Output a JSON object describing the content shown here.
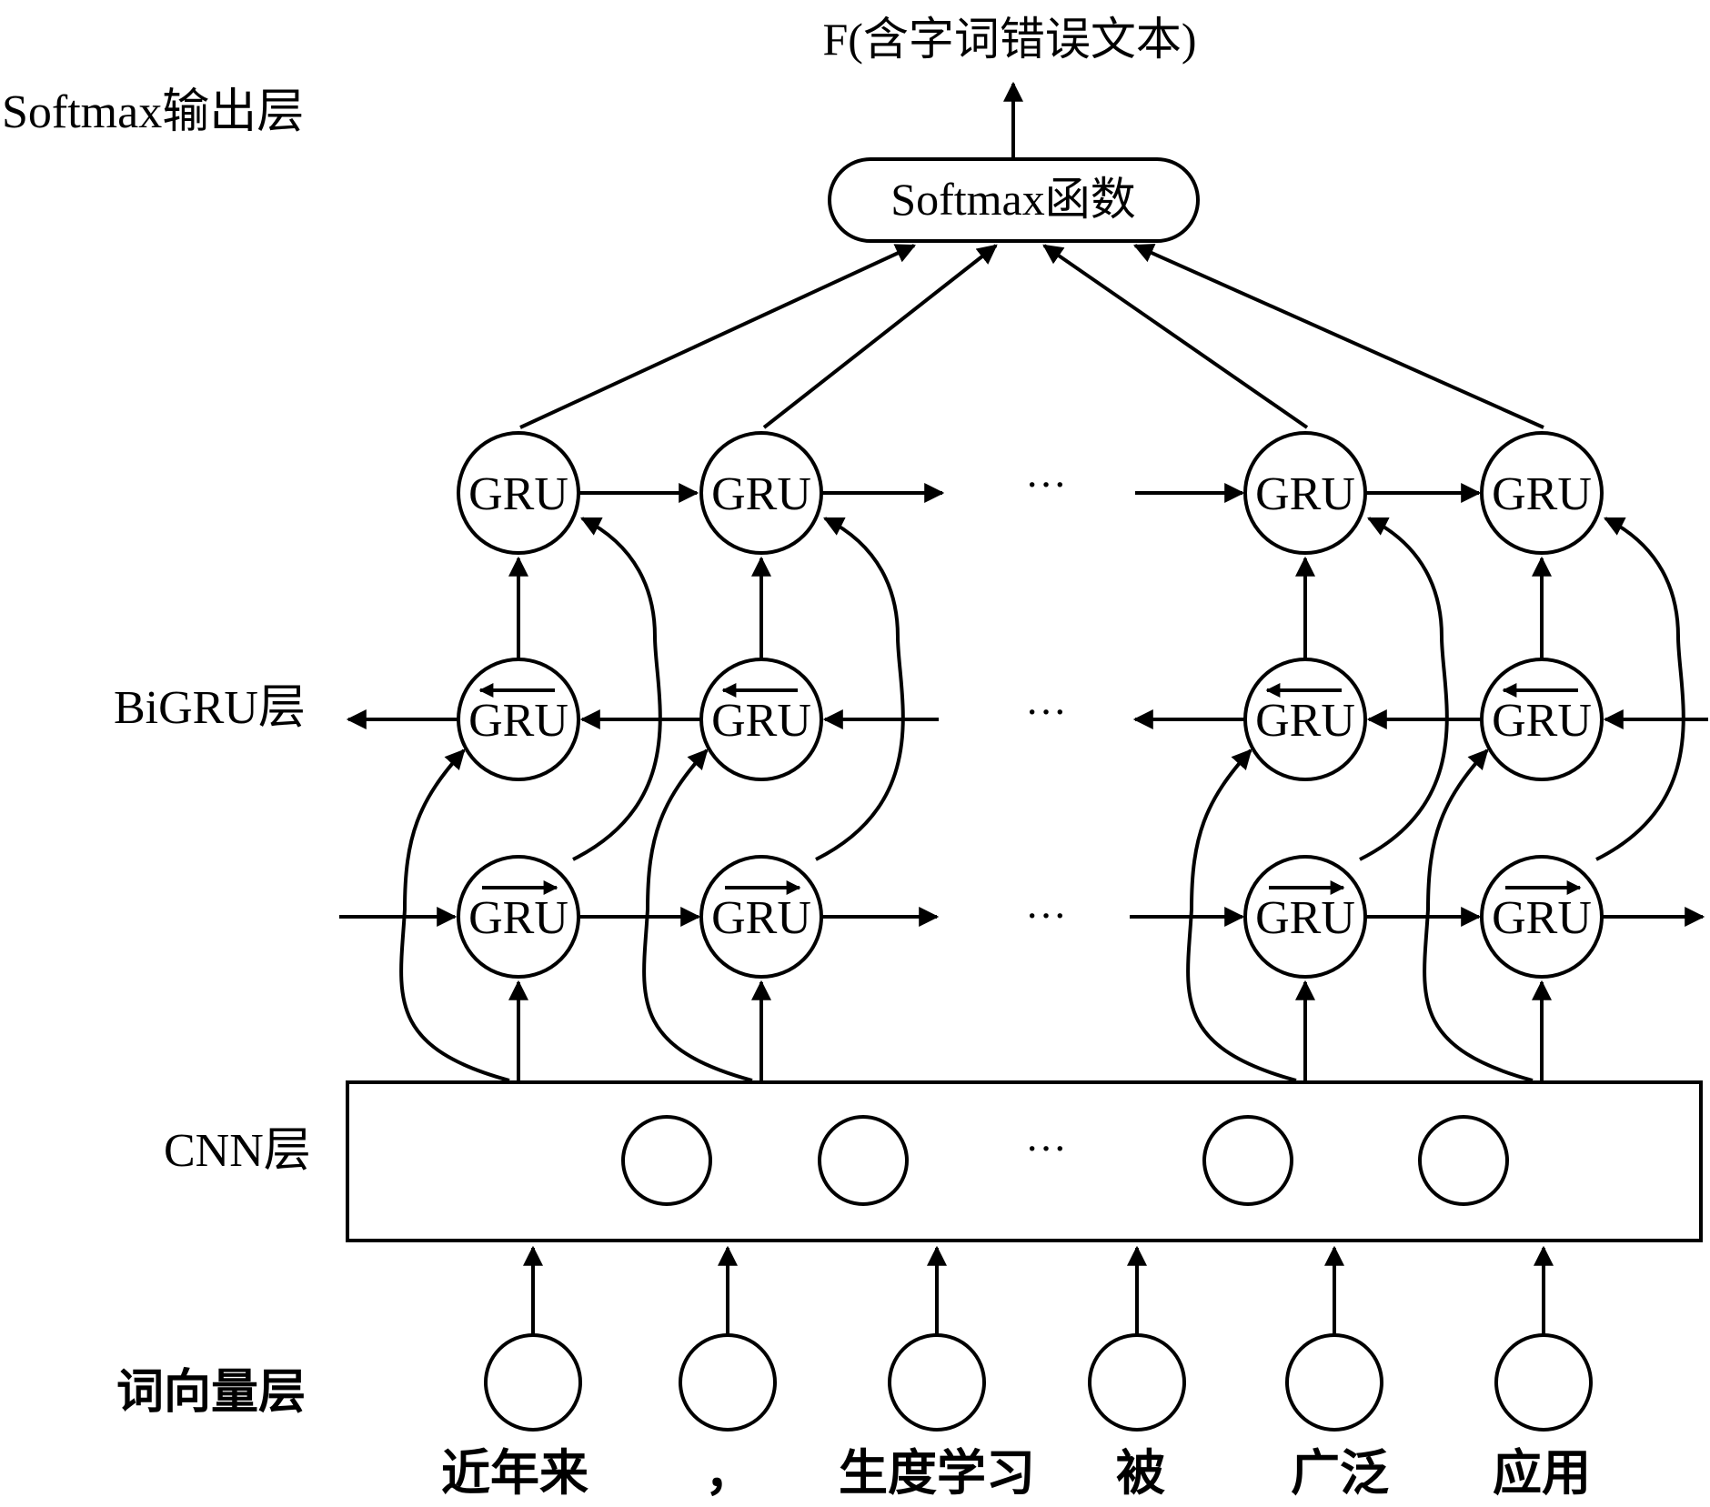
{
  "output_label": "F(含字词错误文本)",
  "softmax_function": "Softmax函数",
  "layers": {
    "softmax_output": "Softmax输出层",
    "bigru": "BiGRU层",
    "cnn": "CNN层",
    "word_vector": "词向量层"
  },
  "gru_label": "GRU",
  "ellipsis": "···",
  "input_words": [
    "近年来",
    "，",
    "生度学习",
    "被",
    "广泛",
    "应用"
  ]
}
